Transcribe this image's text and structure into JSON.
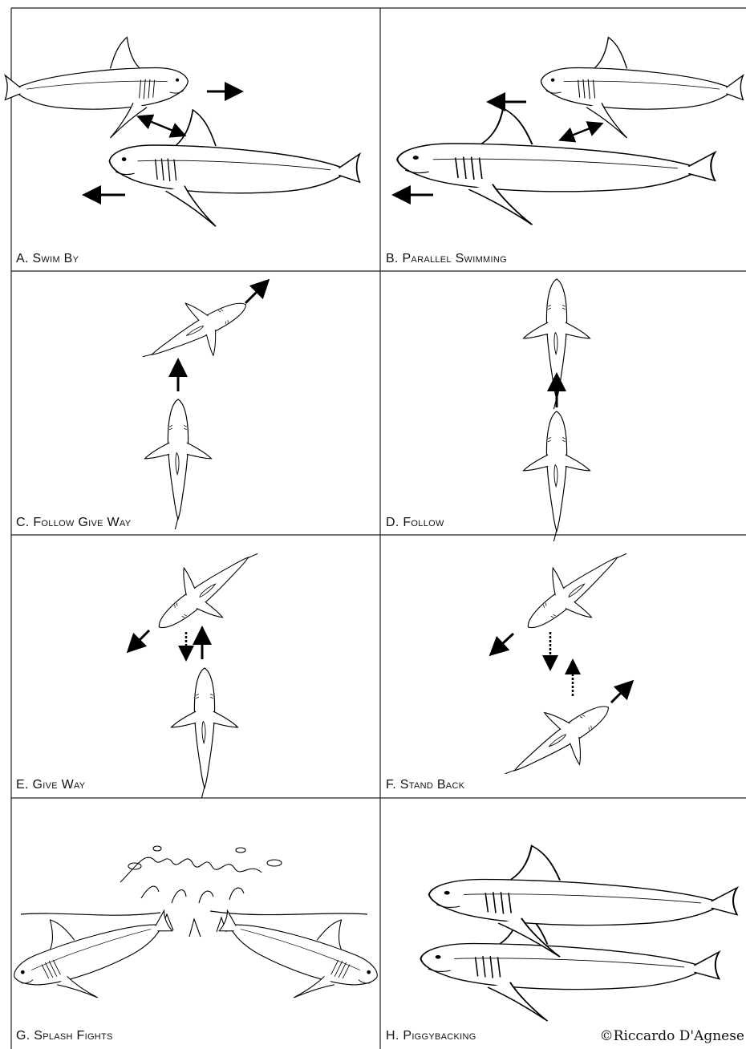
{
  "figure": {
    "panels": [
      {
        "id": "A",
        "label": "A. Swim By"
      },
      {
        "id": "B",
        "label": "B. Parallel Swimming"
      },
      {
        "id": "C",
        "label": "C. Follow Give Way"
      },
      {
        "id": "D",
        "label": "D. Follow"
      },
      {
        "id": "E",
        "label": "E. Give Way"
      },
      {
        "id": "F",
        "label": "F. Stand Back"
      },
      {
        "id": "G",
        "label": "G. Splash Fights"
      },
      {
        "id": "H",
        "label": "H. Piggybacking"
      }
    ],
    "credit": "©Riccardo D'Agnese",
    "colors": {
      "line": "#000000",
      "background": "#ffffff",
      "grid": "#222222"
    }
  }
}
